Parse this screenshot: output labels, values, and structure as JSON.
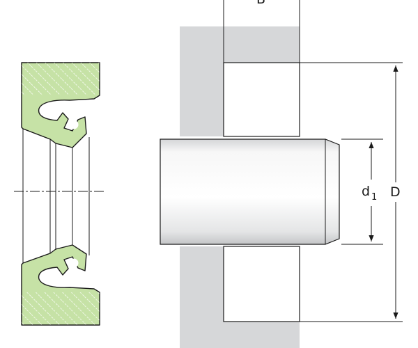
{
  "labels": {
    "width": "B",
    "shaft_main": "d",
    "shaft_sub": "1",
    "bore": "D"
  },
  "colors": {
    "seal_fill": "#c6e2a6",
    "housing_fill": "#d6d7d9",
    "line": "#1a1a1a"
  }
}
